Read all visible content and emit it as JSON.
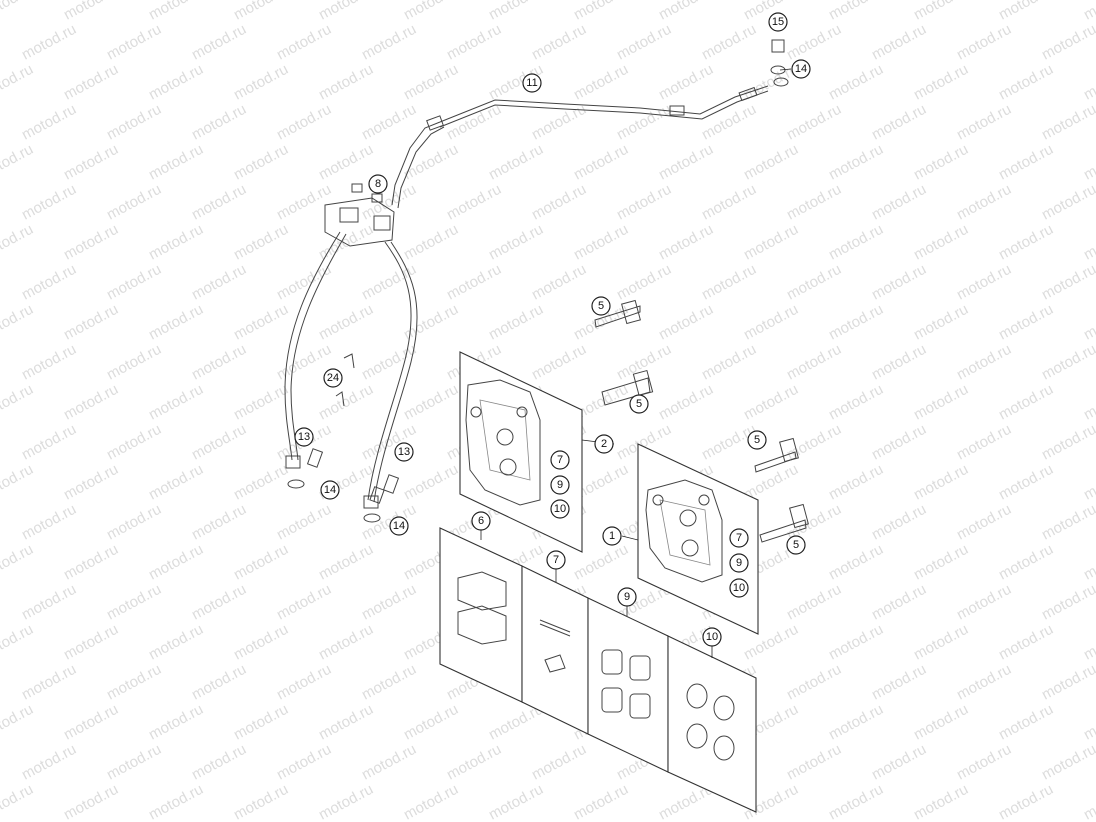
{
  "watermark": {
    "text": "motod.ru"
  },
  "callouts": [
    {
      "id": "c15",
      "label": "15"
    },
    {
      "id": "c14a",
      "label": "14"
    },
    {
      "id": "c11",
      "label": "11"
    },
    {
      "id": "c8",
      "label": "8"
    },
    {
      "id": "c24",
      "label": "24"
    },
    {
      "id": "c13a",
      "label": "13"
    },
    {
      "id": "c14b",
      "label": "14"
    },
    {
      "id": "c13b",
      "label": "13"
    },
    {
      "id": "c14c",
      "label": "14"
    },
    {
      "id": "c5a",
      "label": "5"
    },
    {
      "id": "c5b",
      "label": "5"
    },
    {
      "id": "c2",
      "label": "2"
    },
    {
      "id": "c7a",
      "label": "7"
    },
    {
      "id": "c9a",
      "label": "9"
    },
    {
      "id": "c10a",
      "label": "10"
    },
    {
      "id": "c5c",
      "label": "5"
    },
    {
      "id": "c1",
      "label": "1"
    },
    {
      "id": "c7b",
      "label": "7"
    },
    {
      "id": "c9b",
      "label": "9"
    },
    {
      "id": "c10b",
      "label": "10"
    },
    {
      "id": "c5d",
      "label": "5"
    },
    {
      "id": "c6",
      "label": "6"
    },
    {
      "id": "c7c",
      "label": "7"
    },
    {
      "id": "c9c",
      "label": "9"
    },
    {
      "id": "c10c",
      "label": "10"
    }
  ]
}
